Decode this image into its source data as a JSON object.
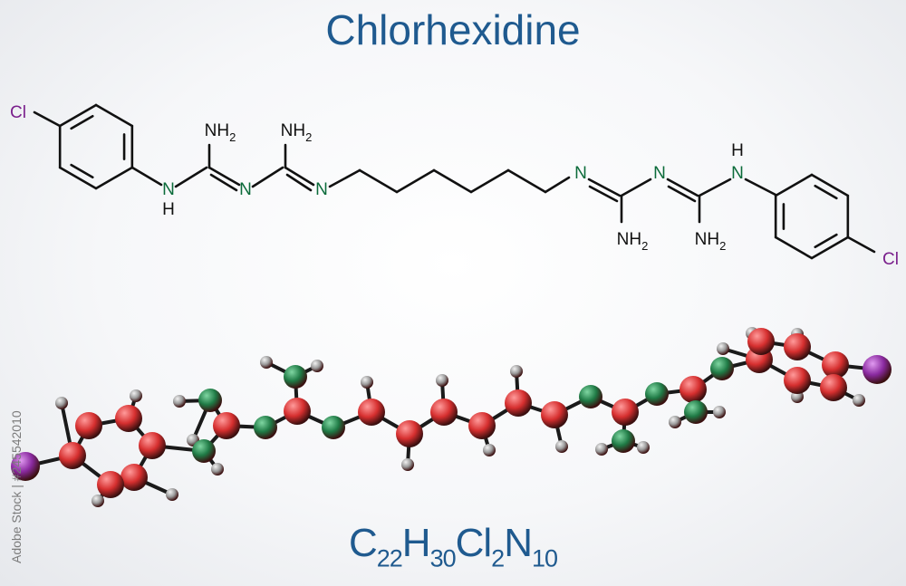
{
  "title": "Chlorhexidine",
  "formula": [
    {
      "t": "C",
      "s": "22"
    },
    {
      "t": "H",
      "s": "30"
    },
    {
      "t": "Cl",
      "s": "2"
    },
    {
      "t": "N",
      "s": "10"
    }
  ],
  "watermark": "Adobe Stock | #245542010",
  "labels": {
    "cl": "Cl",
    "n": "N",
    "h": "H",
    "nh2": "NH",
    "nh2_sub": "2"
  },
  "colors": {
    "title": "#1f5a8f",
    "bond": "#111111",
    "chlorine": "#7a1f8c",
    "nitrogen": "#0b6b3a",
    "carbon_atom": "#d62f2f",
    "nitrogen_atom": "#1f7a45",
    "hydrogen_atom": "#9a9a9a",
    "chlorine_atom": "#8a2aa0"
  }
}
